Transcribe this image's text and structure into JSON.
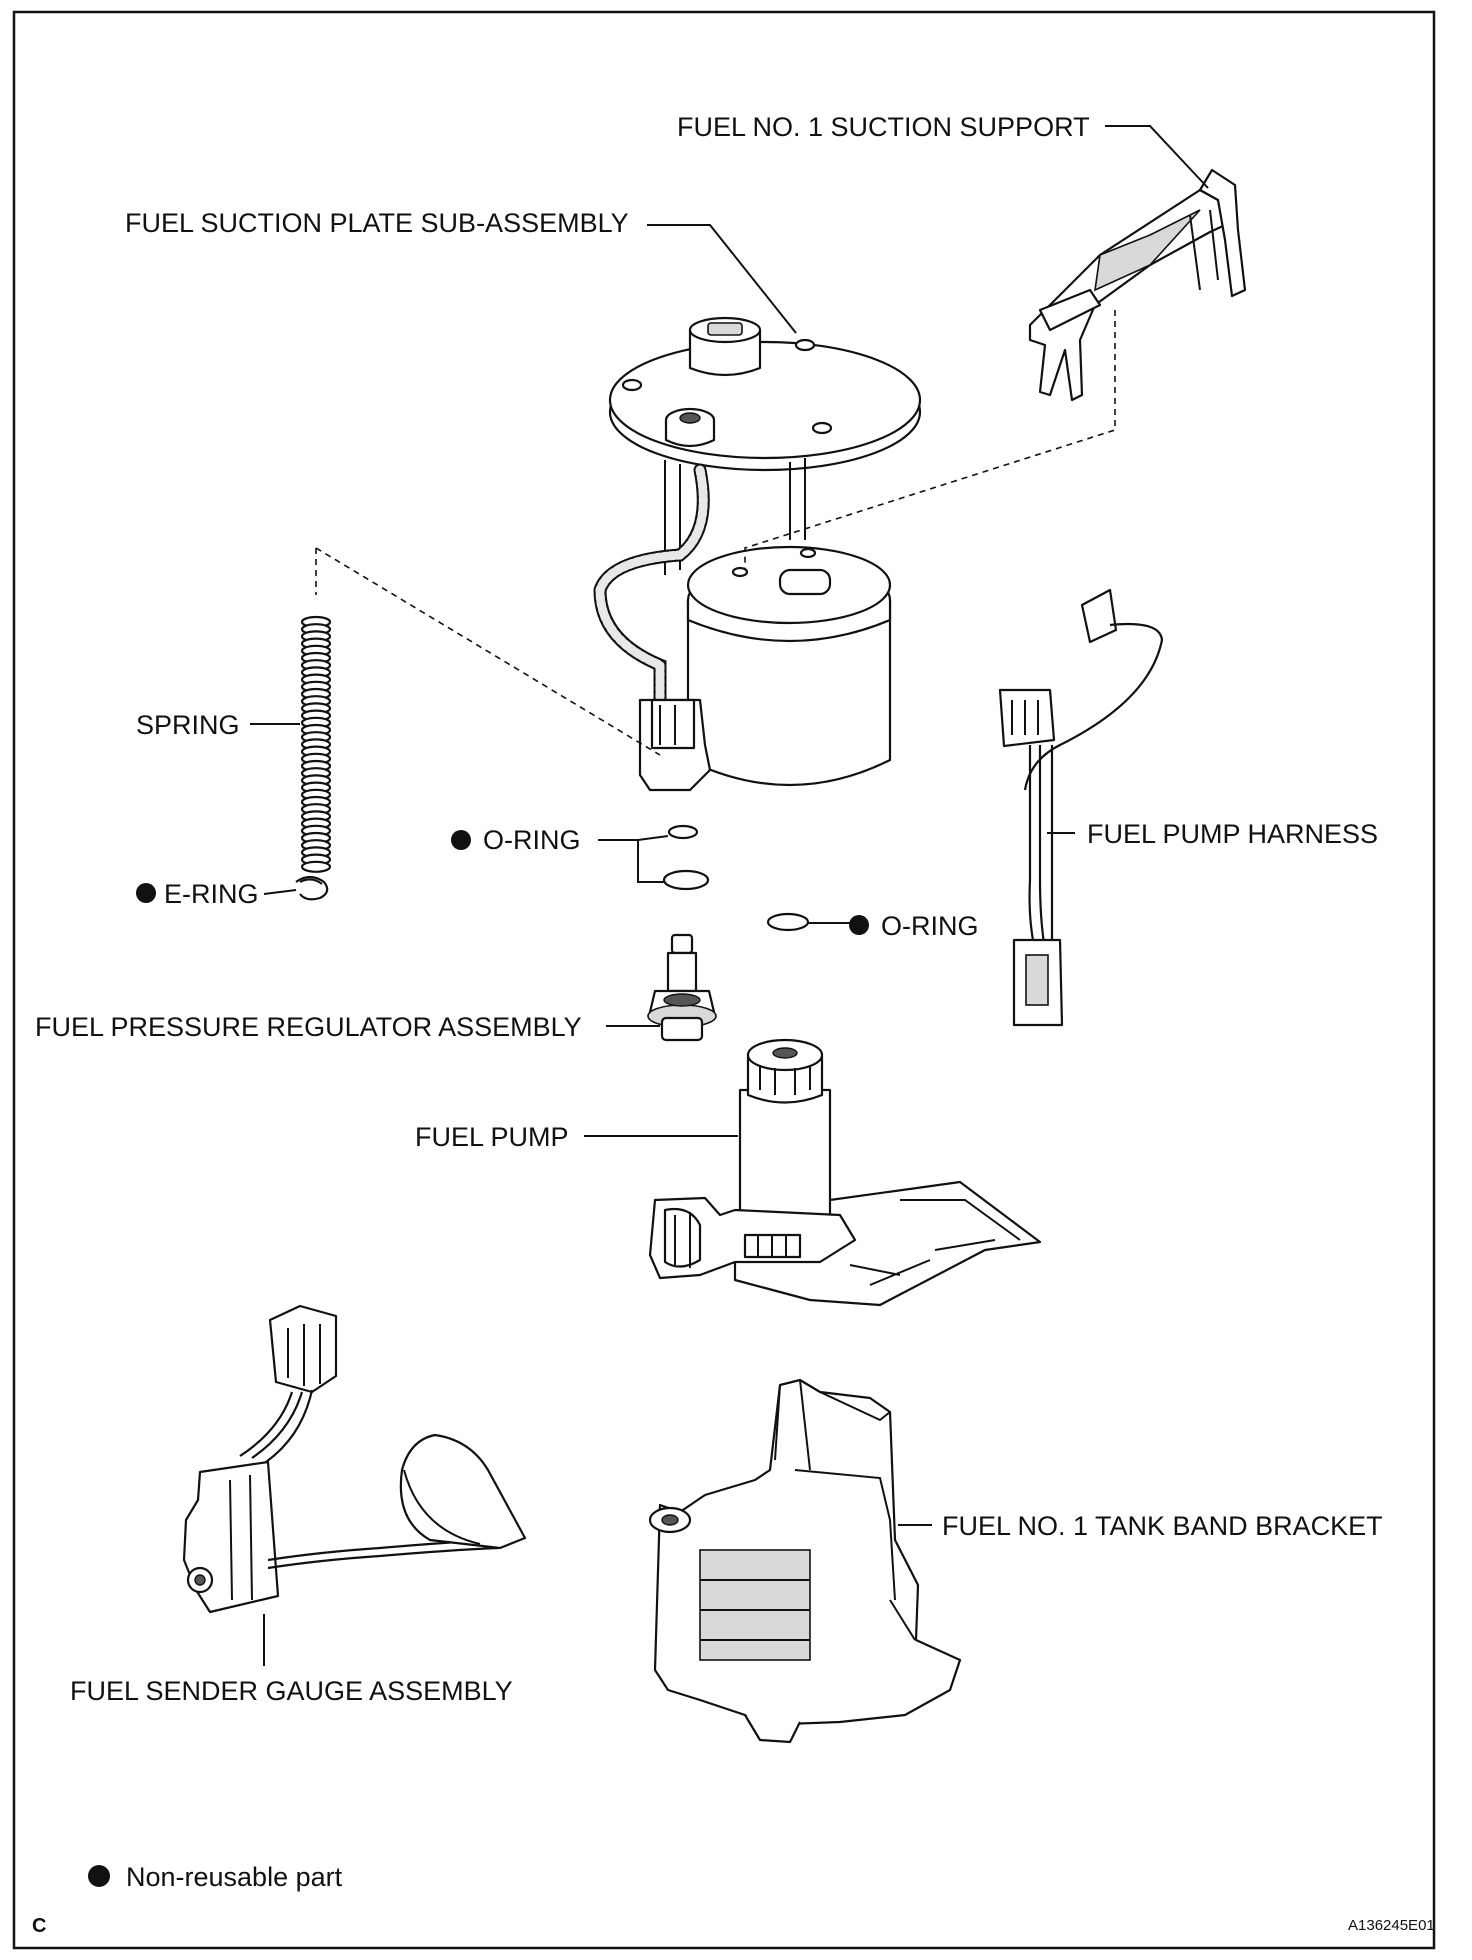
{
  "diagram": {
    "corner_letter": "C",
    "figure_code": "A136245E01",
    "legend_text": "Non-reusable part",
    "labels": {
      "suction_support": "FUEL NO. 1 SUCTION SUPPORT",
      "suction_plate": "FUEL SUCTION PLATE SUB-ASSEMBLY",
      "spring": "SPRING",
      "o_ring_1": "O-RING",
      "e_ring": "E-RING",
      "o_ring_2": "O-RING",
      "pump_harness": "FUEL PUMP HARNESS",
      "pressure_regulator": "FUEL PRESSURE REGULATOR ASSEMBLY",
      "fuel_pump": "FUEL PUMP",
      "tank_band_bracket": "FUEL NO. 1 TANK BAND BRACKET",
      "sender_gauge": "FUEL SENDER GAUGE ASSEMBLY"
    }
  }
}
